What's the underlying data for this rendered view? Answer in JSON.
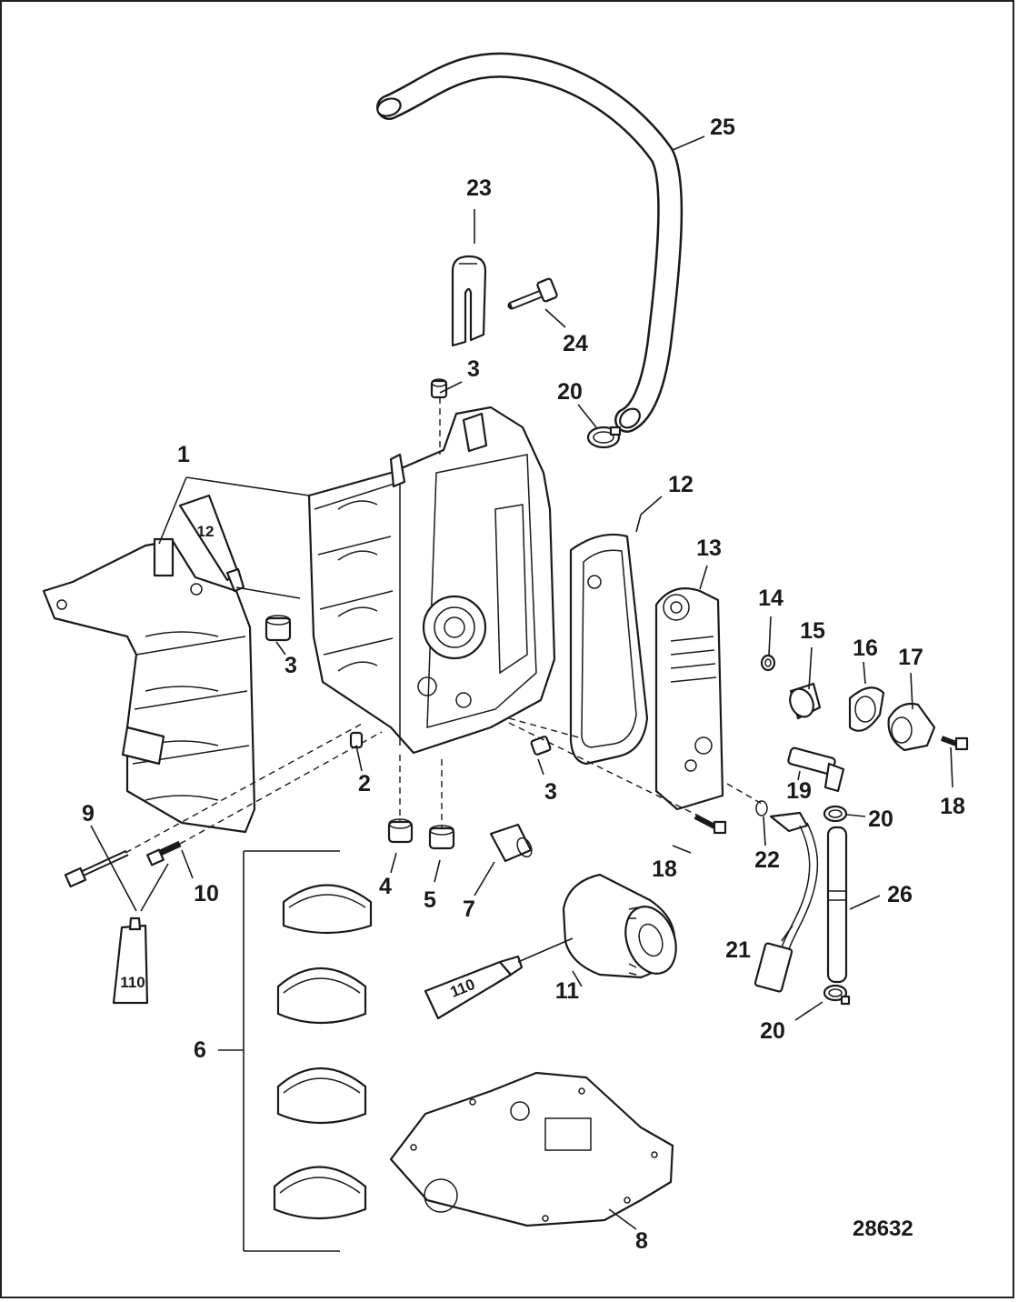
{
  "callouts": {
    "c1": "1",
    "c2": "2",
    "c3a": "3",
    "c3b": "3",
    "c3c": "3",
    "c4": "4",
    "c5": "5",
    "c6": "6",
    "c7": "7",
    "c8": "8",
    "c9": "9",
    "c10": "10",
    "c11": "11",
    "c12": "12",
    "c13": "13",
    "c14": "14",
    "c15": "15",
    "c16": "16",
    "c17": "17",
    "c18a": "18",
    "c18b": "18",
    "c19": "19",
    "c20a": "20",
    "c20b": "20",
    "c20c": "20",
    "c21": "21",
    "c22": "22",
    "c23": "23",
    "c24": "24",
    "c25": "25",
    "c26": "26"
  },
  "tube_labels": {
    "sealant_12": "12",
    "sealant_110_left": "110",
    "sealant_110_filter": "110"
  },
  "figure_id": "28632"
}
